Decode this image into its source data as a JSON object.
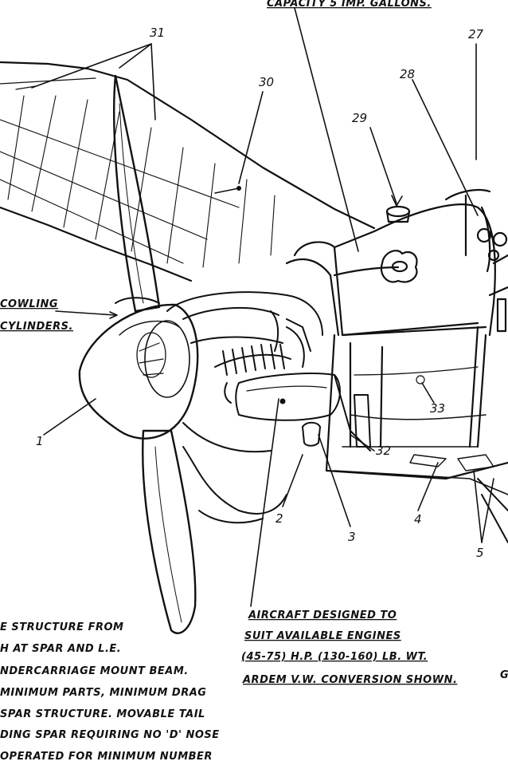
{
  "top_caption": "CAPACITY 5 IMP. GALLONS.",
  "callouts": {
    "n1": "1",
    "n2": "2",
    "n3": "3",
    "n4": "4",
    "n5": "5",
    "n27": "27",
    "n28": "28",
    "n29": "29",
    "n30": "30",
    "n31": "31",
    "n32": "32",
    "n33": "33"
  },
  "left_label": {
    "line1": "COWLING",
    "line2": "CYLINDERS."
  },
  "engine_note": {
    "line1": "AIRCRAFT DESIGNED TO",
    "line2": "SUIT AVAILABLE ENGINES",
    "line3": "(45-75) H.P. (130-160) LB. WT.",
    "line4": "ARDEM V.W. CONVERSION SHOWN."
  },
  "left_notes": [
    "E STRUCTURE FROM",
    "H AT SPAR AND L.E.",
    "NDERCARRIAGE MOUNT BEAM.",
    "MINIMUM PARTS, MINIMUM DRAG",
    "SPAR STRUCTURE. MOVABLE TAIL",
    "DING SPAR REQUIRING NO 'D' NOSE",
    "OPERATED FOR MINIMUM NUMBER"
  ],
  "right_edge_fragment": "G"
}
